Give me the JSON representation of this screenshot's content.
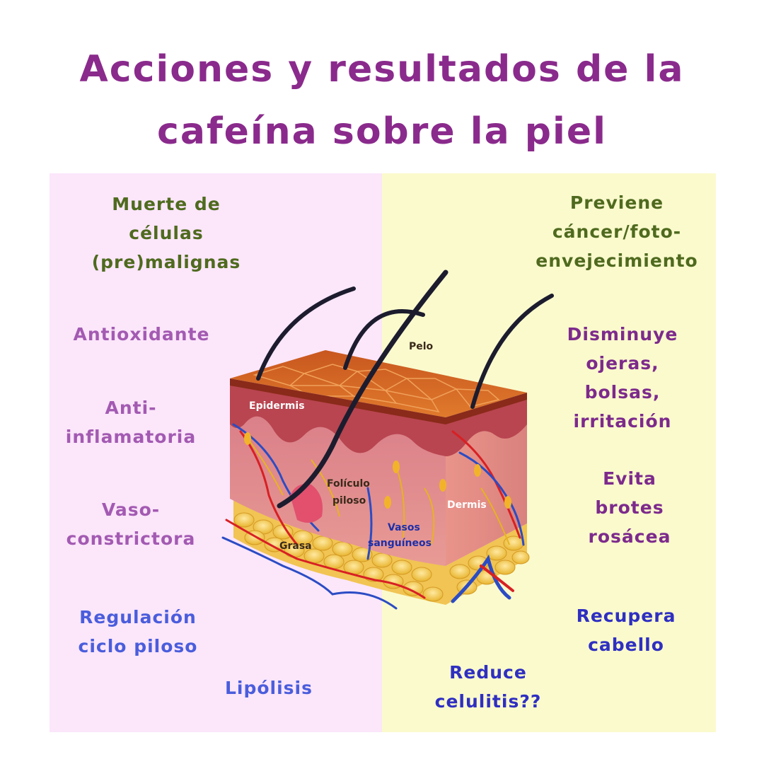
{
  "title": {
    "line1": "Acciones y resultados de la",
    "line2": "cafeína sobre la piel"
  },
  "left_labels": [
    [
      "Muerte de",
      "células",
      "(pre)malignas"
    ],
    [
      "Antioxidante"
    ],
    [
      "Anti-",
      "inflamatoria"
    ],
    [
      "Vaso-",
      "constrictora"
    ],
    [
      "Regulación",
      "ciclo piloso"
    ],
    [
      "Lipólisis"
    ]
  ],
  "right_labels": [
    [
      "Previene",
      "cáncer/foto-",
      "envejecimiento"
    ],
    [
      "Disminuye",
      "ojeras,",
      "bolsas,",
      "irritación"
    ],
    [
      "Evita",
      "brotes",
      "rosácea"
    ],
    [
      "Recupera",
      "cabello"
    ],
    [
      "Reduce",
      "celulitis??"
    ]
  ],
  "diagram_labels": {
    "pelo": "Pelo",
    "epidermis": "Epidermis",
    "foliculo": [
      "Folículo",
      "piloso"
    ],
    "dermis": "Dermis",
    "vasos": [
      "Vasos",
      "sanguíneos"
    ],
    "grasa": "Grasa"
  },
  "colors": {
    "title": "#8a2a8c",
    "left_panel": "#fbe6fa",
    "right_panel": "#fafacd",
    "green_text": "#4f6a1e",
    "mauve_text": "#a35ab2",
    "purple_text": "#7d2a8c",
    "blue_text": "#4a5ddc",
    "navy_text": "#2f2fc2"
  }
}
